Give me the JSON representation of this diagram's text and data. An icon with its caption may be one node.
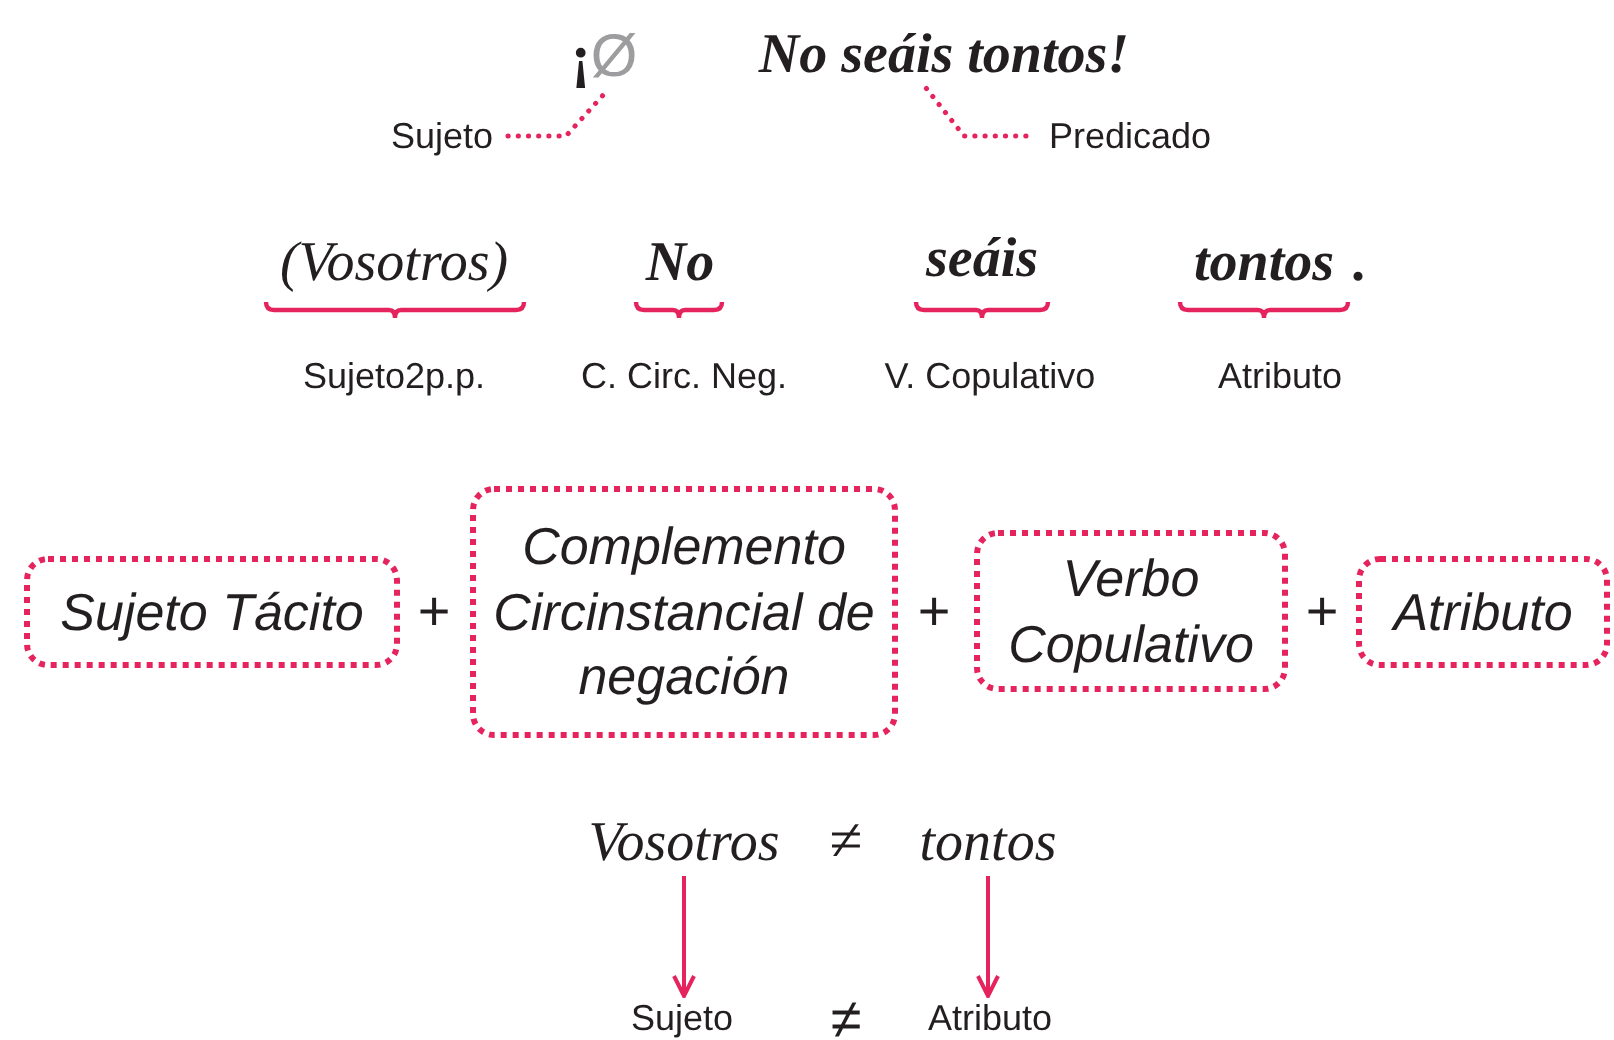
{
  "diagram": {
    "nodes": [
      {
        "text": [
          "¡",
          "Ø"
        ]
      },
      {
        "text": [
          "No seáis tontos!"
        ]
      },
      {
        "text": [
          "Sujeto"
        ]
      },
      {
        "text": [
          "Predicado"
        ]
      },
      {
        "text": [
          "Sujeto Tácito"
        ]
      },
      {
        "text": [
          "Complemento Circinstancial de negación"
        ]
      },
      {
        "text": [
          "Verbo Copulativo"
        ]
      },
      {
        "text": [
          "Atributo"
        ]
      },
      {
        "text": [
          "Vosotros"
        ]
      },
      {
        "text": [
          "tontos"
        ]
      },
      {
        "text": [
          "Sujeto"
        ]
      },
      {
        "text": [
          "Atributo"
        ]
      }
    ],
    "edges": [
      {
        "from": 2,
        "to": 0,
        "arrow": "none",
        "style": "dashed"
      },
      {
        "from": 3,
        "to": 1,
        "arrow": "none",
        "style": "dashed"
      },
      {
        "from": 8,
        "to": 10,
        "arrow": "to"
      },
      {
        "from": 9,
        "to": 11,
        "arrow": "to"
      }
    ],
    "labels": [
      "(Vosotros)",
      "No",
      "seáis",
      "tontos",
      ".",
      "Sujeto2p.p.",
      "C. Circ. Neg.",
      "V. Copulativo",
      "Atributo",
      "+",
      "+",
      "+",
      "≠",
      "≠"
    ]
  }
}
